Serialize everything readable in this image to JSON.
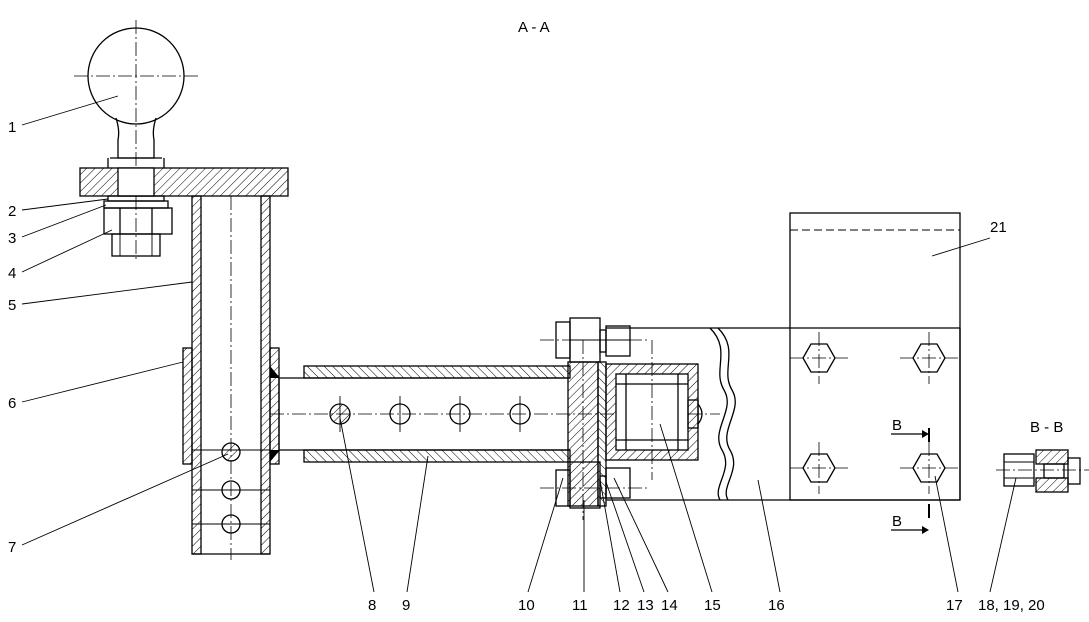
{
  "title": "A - A",
  "detail_title": "B - B",
  "section_marks": [
    "B",
    "B"
  ],
  "callouts": [
    "1",
    "2",
    "3",
    "4",
    "5",
    "6",
    "7",
    "8",
    "9",
    "10",
    "11",
    "12",
    "13",
    "14",
    "15",
    "16",
    "17",
    "18, 19, 20",
    "21"
  ]
}
